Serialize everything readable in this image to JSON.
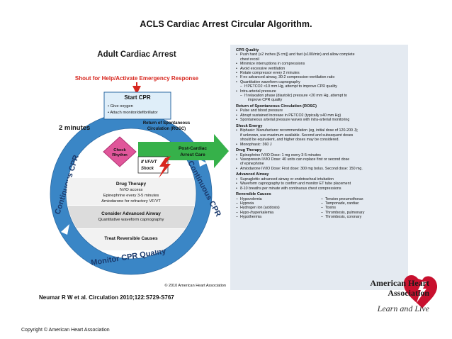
{
  "slide": {
    "title": "ACLS Cardiac Arrest Circular Algorithm.",
    "citation": "Neumar R W et al. Circulation 2010;122:S729-S767",
    "copyright": "Copyright © American Heart Association"
  },
  "logo": {
    "name_line1": "American Heart",
    "name_line2": "Association",
    "tagline": "Learn and Live",
    "color": "#c8102e"
  },
  "algorithm": {
    "title": "Adult Cardiac Arrest",
    "shout": "Shout for Help/Activate Emergency Response",
    "start_cpr": {
      "heading": "Start CPR",
      "items": [
        "• Give oxygen",
        "• Attach monitor/defibrillator"
      ]
    },
    "two_minutes": "2 minutes",
    "check_rhythm": "Check Rhythm",
    "rosc_label": "Return of Spontaneous Circulation (ROSC)",
    "post_cardiac": "Post-Cardiac Arrest Care",
    "shock": "If VF/VT Shock",
    "drug_therapy": {
      "heading": "Drug Therapy",
      "lines": [
        "IV/IO access",
        "Epinephrine every 3-5 minutes",
        "Amiodarone for refractory VF/VT"
      ]
    },
    "airway": {
      "heading": "Consider Advanced Airway",
      "line": "Quantitative waveform capnography"
    },
    "reversible": "Treat Reversible Causes",
    "ring_top": "Continuous CPR",
    "ring_right": "Continuous CPR",
    "ring_bottom": "Monitor CPR Quality",
    "figure_copyright": "© 2010 American Heart Association",
    "colors": {
      "red": "#d7261e",
      "ring": "#3a86c6",
      "ring_light": "#dfeef9",
      "green": "#36b14a",
      "pink": "#e0569a",
      "navy": "#1b3a6d"
    }
  },
  "panel": {
    "cpr_quality": {
      "heading": "CPR Quality",
      "items": [
        {
          "t": "Push hard (≥2 inches [5 cm]) and fast (≥100/min) and allow complete",
          "k": "bullet"
        },
        {
          "t": "chest recoil",
          "k": "cont"
        },
        {
          "t": "Minimize interruptions in compressions",
          "k": "bullet"
        },
        {
          "t": "Avoid excessive ventilation",
          "k": "bullet"
        },
        {
          "t": "Rotate compressor every 2 minutes",
          "k": "bullet"
        },
        {
          "t": "If no advanced airway, 30:2 compression-ventilation ratio",
          "k": "bullet"
        },
        {
          "t": "Quantitative waveform capnography",
          "k": "bullet"
        },
        {
          "t": "If PETCO2 <10 mm Hg, attempt to improve CPR quality",
          "k": "sub"
        },
        {
          "t": "Intra-arterial pressure",
          "k": "bullet"
        },
        {
          "t": "If relaxation phase (diastolic) pressure <20 mm Hg, attempt to",
          "k": "sub"
        },
        {
          "t": "improve CPR quality",
          "k": "subsub"
        }
      ]
    },
    "rosc": {
      "heading": "Return of Spontaneous Circulation (ROSC)",
      "items": [
        {
          "t": "Pulse and blood pressure",
          "k": "bullet"
        },
        {
          "t": "Abrupt sustained increase in PETCO2 (typically ≥40 mm Hg)",
          "k": "bullet"
        },
        {
          "t": "Spontaneous arterial pressure waves with intra-arterial monitoring",
          "k": "bullet"
        }
      ]
    },
    "shock_energy": {
      "heading": "Shock Energy",
      "items": [
        {
          "t": "Biphasic: Manufacturer recommendation (eg, initial dose of 120-200 J);",
          "k": "bullet"
        },
        {
          "t": "if unknown, use maximum available. Second and subsequent doses",
          "k": "cont"
        },
        {
          "t": "should be equivalent, and higher doses may be considered.",
          "k": "cont"
        },
        {
          "t": "Monophasic: 360 J",
          "k": "bullet"
        }
      ]
    },
    "drug_therapy": {
      "heading": "Drug Therapy",
      "items": [
        {
          "t": "Epinephrine IV/IO Dose: 1 mg every 3-5 minutes",
          "k": "bullet"
        },
        {
          "t": "Vasopressin IV/IO Dose: 40 units can replace first or second dose",
          "k": "bullet"
        },
        {
          "t": "of epinephrine",
          "k": "cont"
        },
        {
          "t": "Amiodarone IV/IO Dose: First dose: 300 mg bolus. Second dose: 150 mg.",
          "k": "bullet"
        }
      ]
    },
    "advanced_airway": {
      "heading": "Advanced Airway",
      "items": [
        {
          "t": "Supraglottic advanced airway or endotracheal intubation",
          "k": "bullet"
        },
        {
          "t": "Waveform capnography to confirm and monitor ET tube placement",
          "k": "bullet"
        },
        {
          "t": "8-10 breaths per minute with continuous chest compressions",
          "k": "bullet"
        }
      ]
    },
    "reversible_causes": {
      "heading": "Reversible Causes",
      "left": [
        "Hypovolemia",
        "Hypoxia",
        "Hydrogen ion (acidosis)",
        "Hypo-/hyperkalemia",
        "Hypothermia"
      ],
      "right": [
        "Tension pneumothorax",
        "Tamponade, cardiac",
        "Toxins",
        "Thrombosis, pulmonary",
        "Thrombosis, coronary"
      ]
    }
  }
}
